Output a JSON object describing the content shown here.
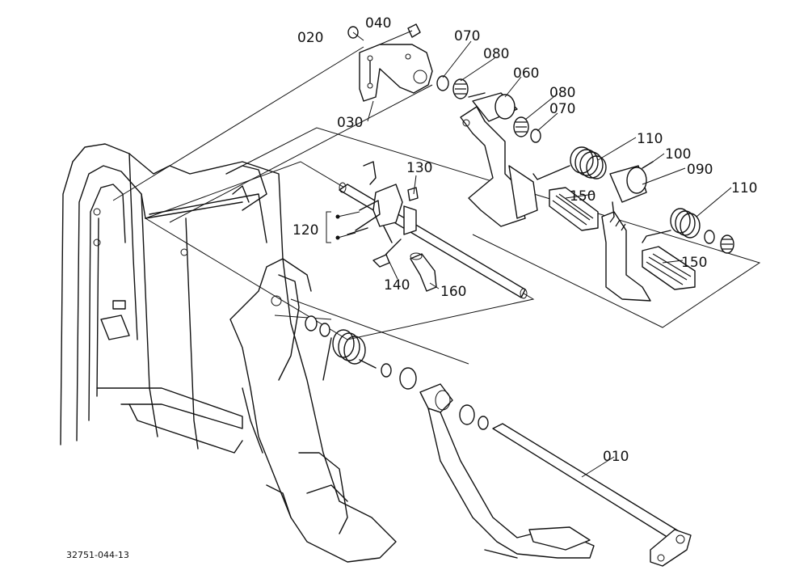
{
  "labels": {
    "p010": "010",
    "p020": "020",
    "p030": "030",
    "p040": "040",
    "p060": "060",
    "p070a": "070",
    "p070b": "070",
    "p080a": "080",
    "p080b": "080",
    "p090": "090",
    "p100": "100",
    "p110a": "110",
    "p110b": "110",
    "p120": "120",
    "p130": "130",
    "p140": "140",
    "p150a": "150",
    "p150b": "150",
    "p160": "160"
  },
  "figure_id": "32751-044-13",
  "icons": [
    "exploded-parts-drawing"
  ],
  "colors": {
    "ink": "#111111",
    "paper": "#ffffff"
  }
}
